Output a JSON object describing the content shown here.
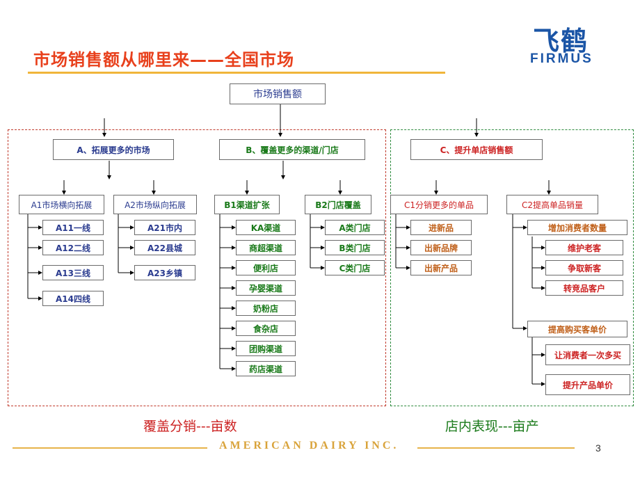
{
  "title": "市场销售额从哪里来——全国市场",
  "logo": {
    "cn": "飞鹤",
    "en": "FIRMUS"
  },
  "root": "市场销售额",
  "level1": {
    "a": "A、拓展更多的市场",
    "b": "B、覆盖更多的渠道/门店",
    "c": "C、提升单店销售额"
  },
  "level2": {
    "a1": "A1市场横向拓展",
    "a2": "A2市场纵向拓展",
    "b1": "B1渠道扩张",
    "b2": "B2门店覆盖",
    "c1": "C1分销更多的单品",
    "c2": "C2提高单品销量"
  },
  "a1_items": [
    "A11一线",
    "A12二线",
    "A13三线",
    "A14四线"
  ],
  "a2_items": [
    "A21市内",
    "A22县城",
    "A23乡镇"
  ],
  "b1_items": [
    "KA渠道",
    "商超渠道",
    "便利店",
    "孕婴渠道",
    "奶粉店",
    "食杂店",
    "团购渠道",
    "药店渠道"
  ],
  "b2_items": [
    "A类门店",
    "B类门店",
    "C类门店"
  ],
  "c1_items": [
    "进新品",
    "出新品牌",
    "出新产品"
  ],
  "c2": {
    "sub1": "增加消费者数量",
    "sub1_items": [
      "维护老客",
      "争取新客",
      "转竞品客户"
    ],
    "sub2": "提高购买客单价",
    "sub2_items": [
      "让消费者一次多买",
      "提升产品单价"
    ]
  },
  "captions": {
    "left": "覆盖分销---亩数",
    "right": "店内表现---亩产"
  },
  "footer": "AMERICAN DAIRY INC.",
  "page_number": "3",
  "colors": {
    "title": "#e8401c",
    "blue": "#2a3b8f",
    "green": "#1a7a1a",
    "red": "#cc2222",
    "logo": "#1b55a6",
    "footer": "#e6b34a"
  }
}
